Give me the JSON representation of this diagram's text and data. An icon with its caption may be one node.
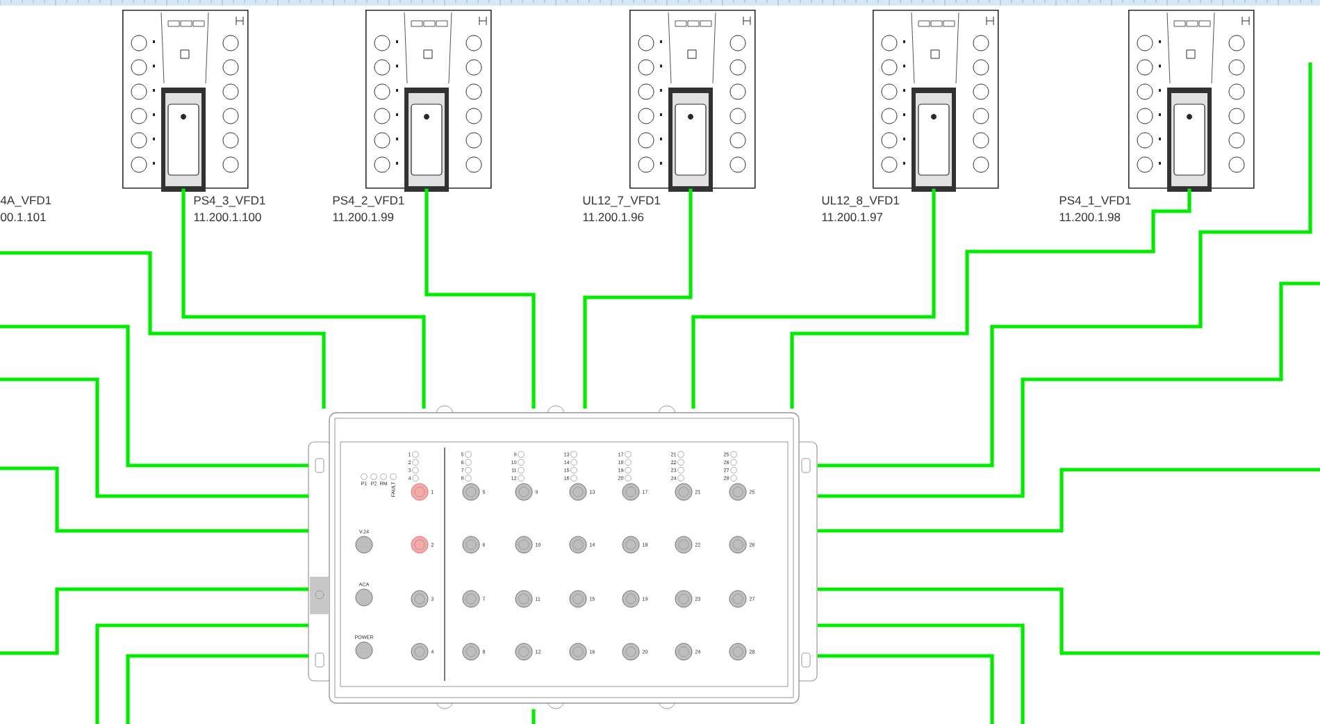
{
  "diagram": {
    "nodes": [
      {
        "text": [],
        "shape": "picture",
        "beside": [
          "PS4_3_VFD1",
          "11.200.1.100"
        ]
      },
      {
        "text": [],
        "shape": "picture",
        "beside": [
          "PS4_2_VFD1",
          "11.200.1.99"
        ]
      },
      {
        "text": [],
        "shape": "picture",
        "beside": [
          "UL12_7_VFD1",
          "11.200.1.96"
        ]
      },
      {
        "text": [],
        "shape": "picture",
        "beside": [
          "UL12_8_VFD1",
          "11.200.1.97"
        ]
      },
      {
        "text": [],
        "shape": "picture",
        "beside": [
          "PS4_1_VFD1",
          "11.200.1.98"
        ]
      },
      {
        "text": [],
        "shape": "picture"
      }
    ],
    "edges": [
      {
        "from": 0,
        "to": 5,
        "arrow": "none"
      },
      {
        "from": 1,
        "to": 5,
        "arrow": "none"
      },
      {
        "from": 2,
        "to": 5,
        "arrow": "none"
      },
      {
        "from": 3,
        "to": 5,
        "arrow": "none"
      },
      {
        "from": 4,
        "to": 5,
        "arrow": "none"
      },
      {
        "from": null,
        "to": 5,
        "arrow": "none"
      },
      {
        "from": null,
        "to": 5,
        "arrow": "none"
      },
      {
        "from": null,
        "to": 5,
        "arrow": "none"
      },
      {
        "from": null,
        "to": 5,
        "arrow": "none"
      },
      {
        "from": null,
        "to": 5,
        "arrow": "none"
      },
      {
        "from": null,
        "to": 5,
        "arrow": "none"
      },
      {
        "from": null,
        "to": 5,
        "arrow": "none"
      },
      {
        "from": null,
        "to": 5,
        "arrow": "none"
      },
      {
        "from": null,
        "to": 5,
        "arrow": "none"
      },
      {
        "from": null,
        "to": 5,
        "arrow": "none"
      },
      {
        "from": null,
        "to": 5,
        "arrow": "none"
      },
      {
        "from": null,
        "to": 5,
        "arrow": "none"
      },
      {
        "from": null,
        "to": 5,
        "arrow": "none"
      },
      {
        "from": null,
        "to": 5,
        "arrow": "none"
      }
    ],
    "labels": [
      "4A_VFD1",
      "00.1.101",
      "P1",
      "P2",
      "RM",
      "FAULT",
      "V.24",
      "ACA",
      "POWER",
      "1",
      "2",
      "3",
      "4",
      "5",
      "6",
      "7",
      "8",
      "9",
      "10",
      "11",
      "12",
      "13",
      "14",
      "15",
      "16",
      "17",
      "18",
      "19",
      "20",
      "21",
      "22",
      "23",
      "24",
      "25",
      "26",
      "27",
      "28",
      "1",
      "2",
      "3",
      "4",
      "5",
      "6",
      "7",
      "8",
      "9",
      "10",
      "11",
      "12",
      "13",
      "14",
      "15",
      "16",
      "17",
      "18",
      "19",
      "20",
      "21",
      "22",
      "23",
      "24",
      "25",
      "26",
      "27",
      "28"
    ]
  }
}
